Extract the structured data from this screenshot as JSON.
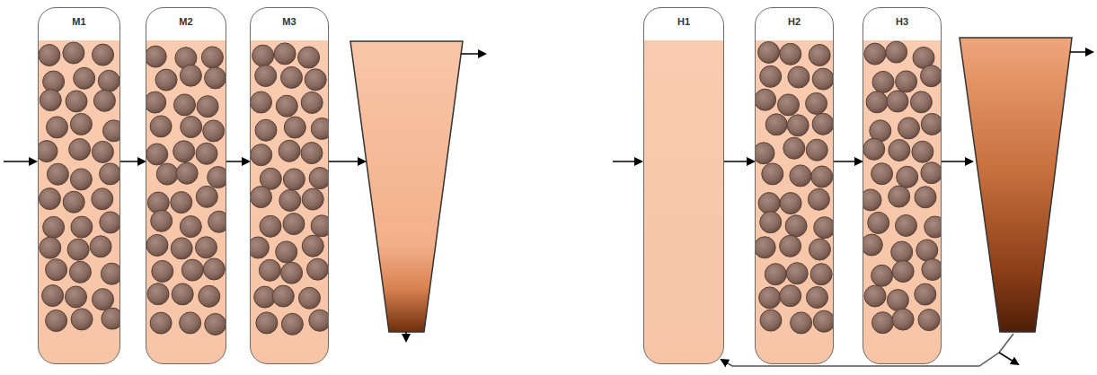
{
  "diagram": {
    "nodes": [
      {
        "text": [
          "M1"
        ]
      },
      {
        "text": [
          "M2"
        ]
      },
      {
        "text": [
          "M3"
        ]
      },
      {
        "text": [
          "H1"
        ]
      },
      {
        "text": [
          "H2"
        ]
      },
      {
        "text": [
          "H3"
        ]
      }
    ],
    "edges": [
      {
        "from": 0,
        "to": 1,
        "arrow": "to"
      },
      {
        "from": 1,
        "to": 2,
        "arrow": "to"
      },
      {
        "from": 3,
        "to": 4,
        "arrow": "to"
      },
      {
        "from": 4,
        "to": 5,
        "arrow": "to"
      }
    ]
  }
}
